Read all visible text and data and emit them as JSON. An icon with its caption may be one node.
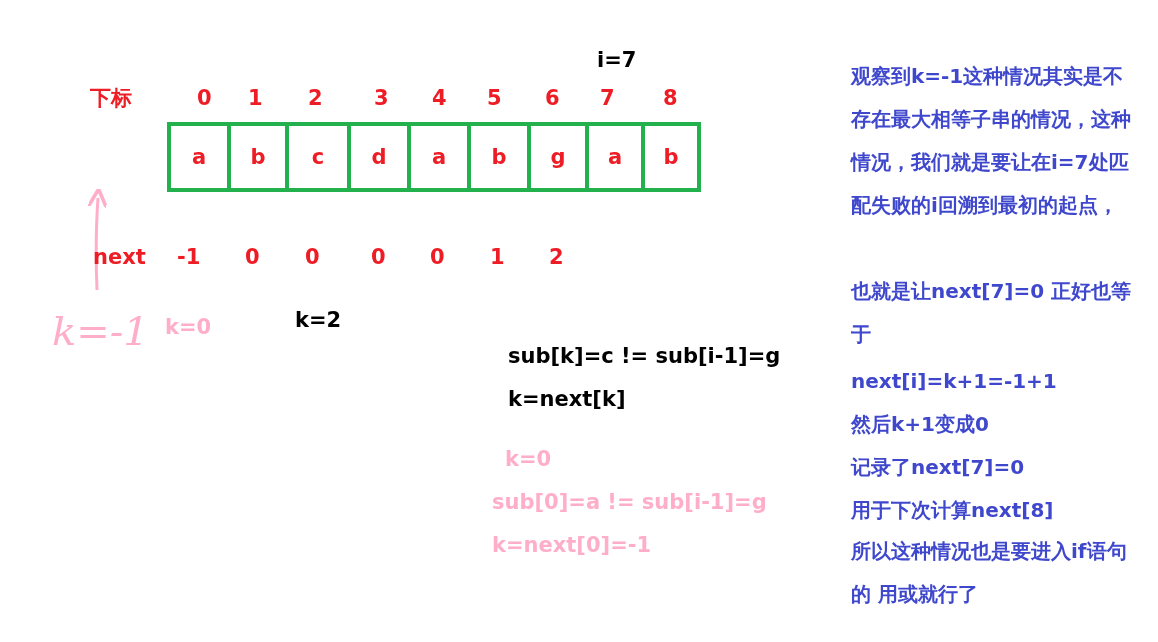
{
  "diagram": {
    "nodes": [
      {
        "text": [
          "a"
        ]
      },
      {
        "text": [
          "b"
        ]
      },
      {
        "text": [
          "c"
        ]
      },
      {
        "text": [
          "d"
        ]
      },
      {
        "text": [
          "a"
        ]
      },
      {
        "text": [
          "b"
        ]
      },
      {
        "text": [
          "g"
        ]
      },
      {
        "text": [
          "a"
        ]
      },
      {
        "text": [
          "b"
        ]
      }
    ],
    "labels": [
      "i=7",
      "下标",
      "0",
      "1",
      "2",
      "3",
      "4",
      "5",
      "6",
      "7",
      "8",
      "next",
      "-1",
      "0",
      "0",
      "0",
      "0",
      "1",
      "2",
      "k=-1",
      "k=0",
      "k=2",
      "sub[k]=c != sub[i-1]=g",
      "k=next[k]",
      "k=0",
      "sub[0]=a != sub[i-1]=g",
      "k=next[0]=-1",
      "观察到k=-1这种情况其实是不存在最大相等子串的情况，这种情况，我们就是要让在i=7处匹配失败的i回溯到最初的起点，",
      "也就是让next[7]=0 正好也等于",
      "next[i]=k+1=-1+1",
      "然后k+1变成0",
      "记录了next[7]=0",
      "用于下次计算next[8]",
      "所以这种情况也是要进入if语句的 用或就行了"
    ]
  }
}
